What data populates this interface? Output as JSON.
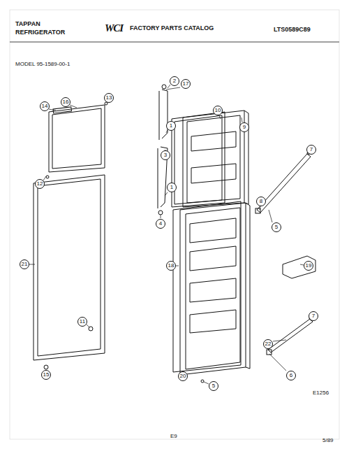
{
  "diagram": {
    "labels": [
      "TAPPAN",
      "REFRIGERATOR",
      "WCI",
      "FACTORY PARTS CATALOG",
      "LTS0589C89",
      "MODEL 95-1589-00-1",
      "14",
      "16",
      "13",
      "12",
      "21",
      "11",
      "15",
      "2",
      "17",
      "1",
      "3",
      "1",
      "4",
      "10",
      "9",
      "7",
      "8",
      "5",
      "19",
      "18",
      "7",
      "22",
      "6",
      "20",
      "5",
      "E1256",
      "E9",
      "5/89"
    ]
  }
}
